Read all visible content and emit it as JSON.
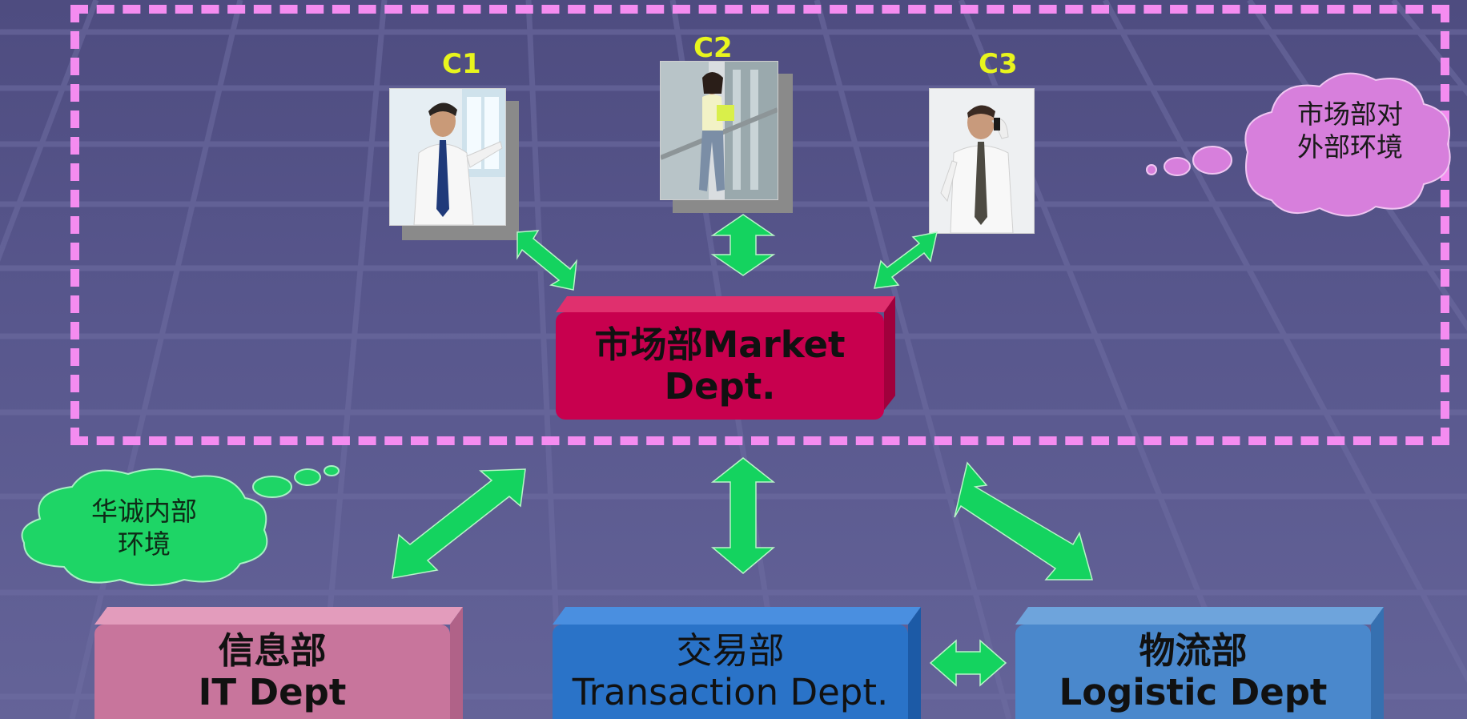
{
  "clients": [
    {
      "label": "C1",
      "photo": "man-white-shirt-tie-photo"
    },
    {
      "label": "C2",
      "photo": "woman-on-stairs-photo"
    },
    {
      "label": "C3",
      "photo": "man-on-phone-photo"
    }
  ],
  "market_dept": {
    "line1": "市场部Market",
    "line2": "Dept.",
    "color": "#c8004e"
  },
  "departments": [
    {
      "line1": "信息部",
      "line2": "IT Dept",
      "color": "#c8759c"
    },
    {
      "line1": "交易部",
      "line2": "Transaction Dept.",
      "color": "#2a73c8"
    },
    {
      "line1": "物流部",
      "line2": "Logistic Dept",
      "color": "#4a88cc"
    }
  ],
  "clouds": {
    "external": {
      "line1": "市场部对",
      "line2": "外部环境",
      "color": "#d77fdc"
    },
    "internal": {
      "line1": "华诚内部",
      "line2": "环境",
      "color": "#1ed566"
    }
  },
  "colors": {
    "arrow": "#14d35f",
    "dashed_border": "#f48cf0",
    "client_label": "#e8f51d"
  }
}
